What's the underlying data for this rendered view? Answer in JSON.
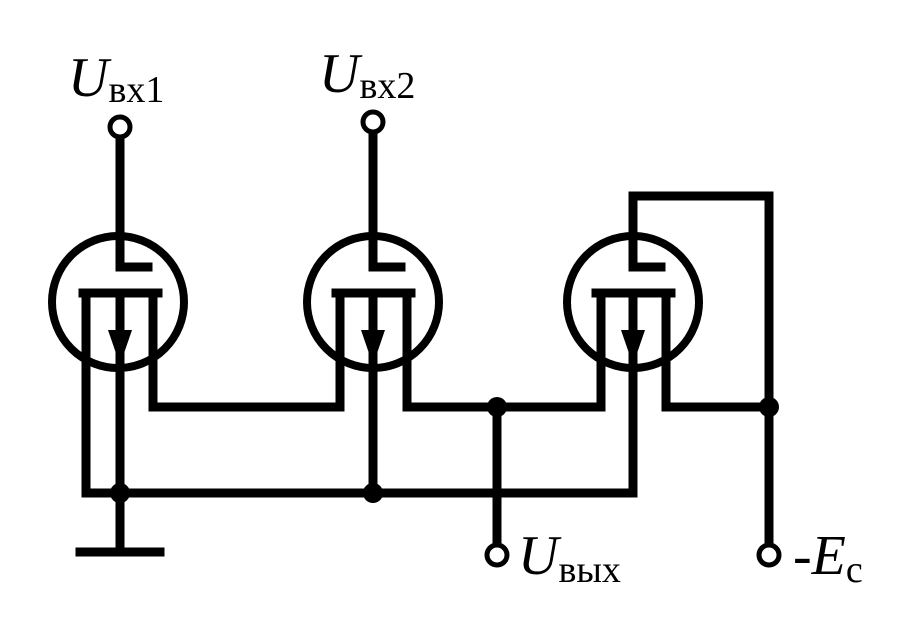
{
  "labels": {
    "in1_main": "U",
    "in1_sub": "вх1",
    "in2_main": "U",
    "in2_sub": "вх2",
    "out_main": "U",
    "out_sub": "вых",
    "supply_prefix": "-",
    "supply_main": "E",
    "supply_sub": "с"
  }
}
